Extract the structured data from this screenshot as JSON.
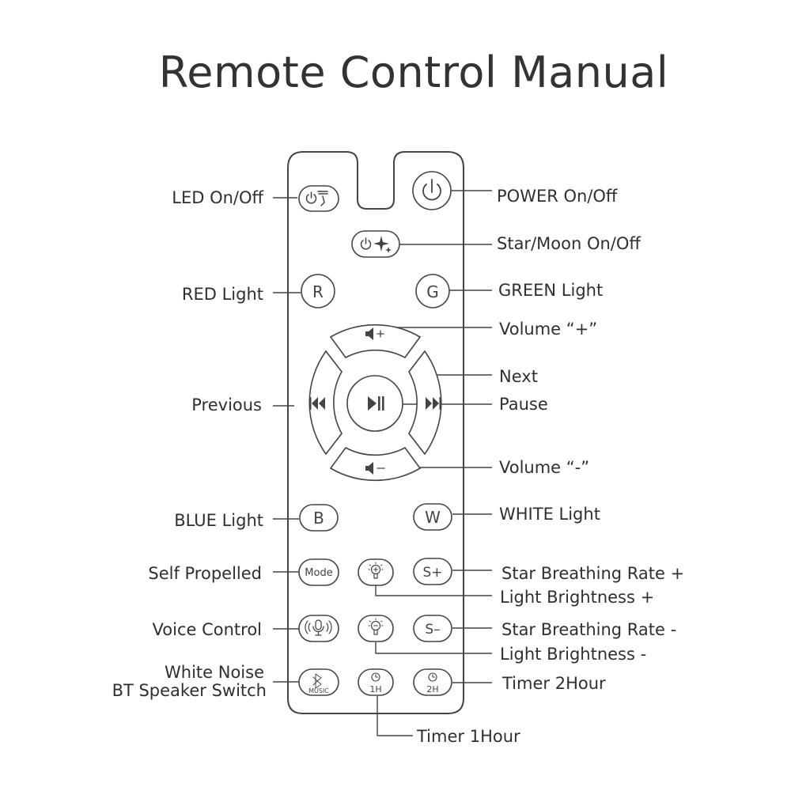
{
  "title": "Remote Control Manual",
  "buttons": {
    "r": "R",
    "g": "G",
    "b": "B",
    "w": "W",
    "mode": "Mode",
    "s_plus": "S+",
    "s_minus": "S–",
    "music": "MUSIC",
    "timer_1h": "1H",
    "timer_2h": "2H"
  },
  "labels": {
    "led": "LED On/Off",
    "power": "POWER On/Off",
    "star_moon": "Star/Moon On/Off",
    "red": "RED Light",
    "green": "GREEN Light",
    "vol_up": "Volume “+”",
    "next": "Next",
    "previous": "Previous",
    "pause": "Pause",
    "vol_down": "Volume “-”",
    "blue": "BLUE Light",
    "white": "WHITE Light",
    "self_propelled": "Self Propelled",
    "star_rate_plus": "Star Breathing Rate +",
    "brightness_plus": "Light Brightness +",
    "voice": "Voice Control",
    "star_rate_minus": "Star Breathing Rate -",
    "brightness_minus": "Light Brightness -",
    "white_noise": "White Noise",
    "bt_speaker": "BT Speaker Switch",
    "timer_2h": "Timer 2Hour",
    "timer_1h": "Timer 1Hour"
  },
  "colors": {
    "ink": "#444444",
    "text": "#333333",
    "background": "#ffffff"
  }
}
